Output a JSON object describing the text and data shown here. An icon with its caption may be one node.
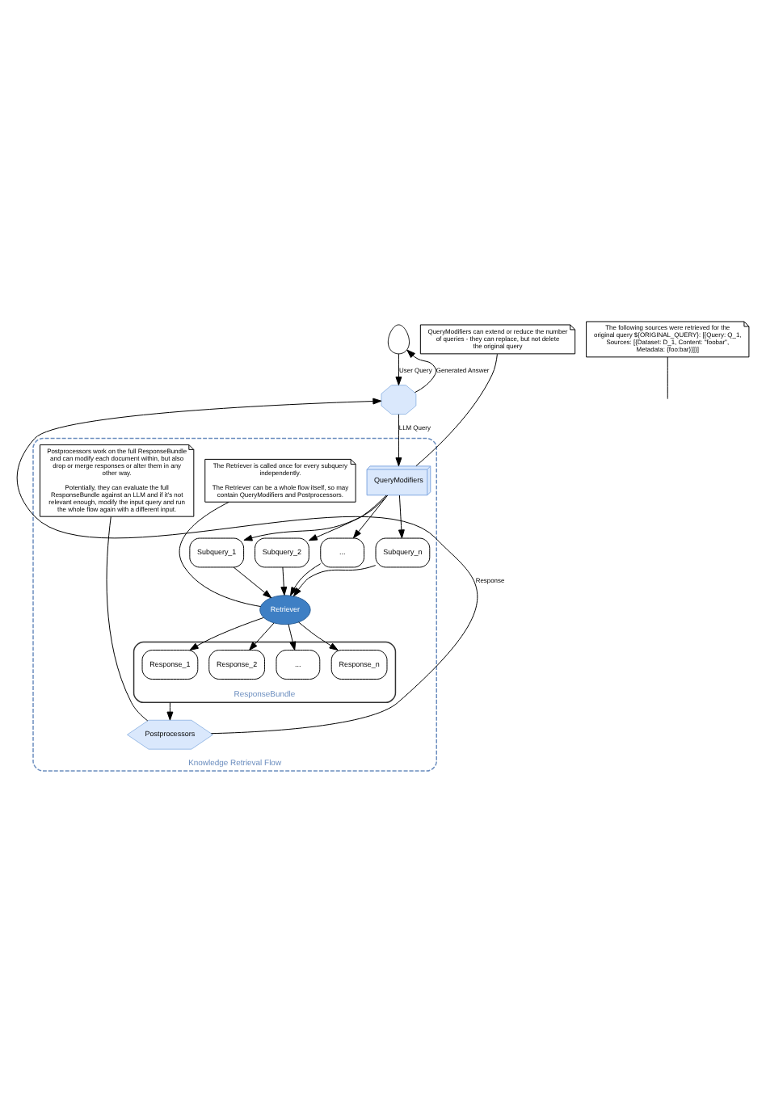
{
  "diagram": {
    "nodes": [
      {
        "text": [
          "Knowledge Retrieval Flow"
        ]
      },
      {
        "text": [],
        "shape": "person"
      },
      {
        "text": [],
        "shape": "brain"
      },
      {
        "text": [
          "QueryModifiers"
        ],
        "in": 0
      },
      {
        "text": [
          "Subquery_1"
        ],
        "in": 0
      },
      {
        "text": [
          "Subquery_2"
        ],
        "in": 0
      },
      {
        "text": [
          "..."
        ],
        "in": 0
      },
      {
        "text": [
          "Subquery_n"
        ],
        "in": 0
      },
      {
        "text": [
          "Retriever"
        ],
        "in": 0
      },
      {
        "text": [
          "ResponseBundle"
        ],
        "in": 0
      },
      {
        "text": [
          "Response_1"
        ],
        "in": 9
      },
      {
        "text": [
          "Response_2"
        ],
        "in": 9
      },
      {
        "text": [
          "..."
        ],
        "in": 9
      },
      {
        "text": [
          "Response_n"
        ],
        "in": 9
      },
      {
        "text": [
          "Postprocessors"
        ],
        "in": 0
      },
      {
        "text": [
          "QueryModifiers can extend or reduce the number of queries - they can replace, but not delete the original query"
        ]
      },
      {
        "text": [
          "The Retriever is called once for every subquery independently.",
          "The Retriever can be a whole flow itself, so may contain QueryModifiers and Postprocessors."
        ],
        "in": 0
      },
      {
        "text": [
          "Postprocessors work on the full ResponseBundle and can modify each document within, but also drop or merge responses or alter them in any other way.",
          "Potentially, they can evaluate the full ResponseBundle against an LLM and if it's not relevant enough, modify the input query and run the whole flow again with a different input."
        ],
        "in": 0
      },
      {
        "text": [
          "The following sources were retrieved for the original query ${ORIGINAL_QUERY}: [{Query: Q_1, Sources: [{Dataset: D_1, Content: \"foobar\", Metadata: {foo:bar}}]}]"
        ]
      }
    ],
    "edges": [
      {
        "from": 1,
        "to": 2,
        "arrow": "to",
        "label": "User Query"
      },
      {
        "from": 2,
        "to": 1,
        "arrow": "to",
        "label": "Generated Answer"
      },
      {
        "from": 2,
        "to": 3,
        "arrow": "to",
        "label": "LLM Query"
      },
      {
        "from": 3,
        "to": 4,
        "arrow": "to"
      },
      {
        "from": 3,
        "to": 5,
        "arrow": "to"
      },
      {
        "from": 3,
        "to": 6,
        "arrow": "to"
      },
      {
        "from": 3,
        "to": 7,
        "arrow": "to"
      },
      {
        "from": 4,
        "to": 8,
        "arrow": "to"
      },
      {
        "from": 5,
        "to": 8,
        "arrow": "to"
      },
      {
        "from": 6,
        "to": 8,
        "arrow": "to"
      },
      {
        "from": 7,
        "to": 8,
        "arrow": "to"
      },
      {
        "from": 8,
        "to": 10,
        "arrow": "to"
      },
      {
        "from": 8,
        "to": 11,
        "arrow": "to"
      },
      {
        "from": 8,
        "to": 12,
        "arrow": "to"
      },
      {
        "from": 8,
        "to": 13,
        "arrow": "to"
      },
      {
        "from": 9,
        "to": 14,
        "arrow": "to"
      },
      {
        "from": 14,
        "to": 2,
        "arrow": "to",
        "label": "Response"
      },
      {
        "from": 15,
        "to": 3,
        "arrow": "none"
      },
      {
        "from": 16,
        "to": 8,
        "arrow": "none"
      },
      {
        "from": 17,
        "to": 14,
        "arrow": "none"
      },
      {
        "from": 18,
        "to": null,
        "arrow": "none"
      }
    ]
  }
}
